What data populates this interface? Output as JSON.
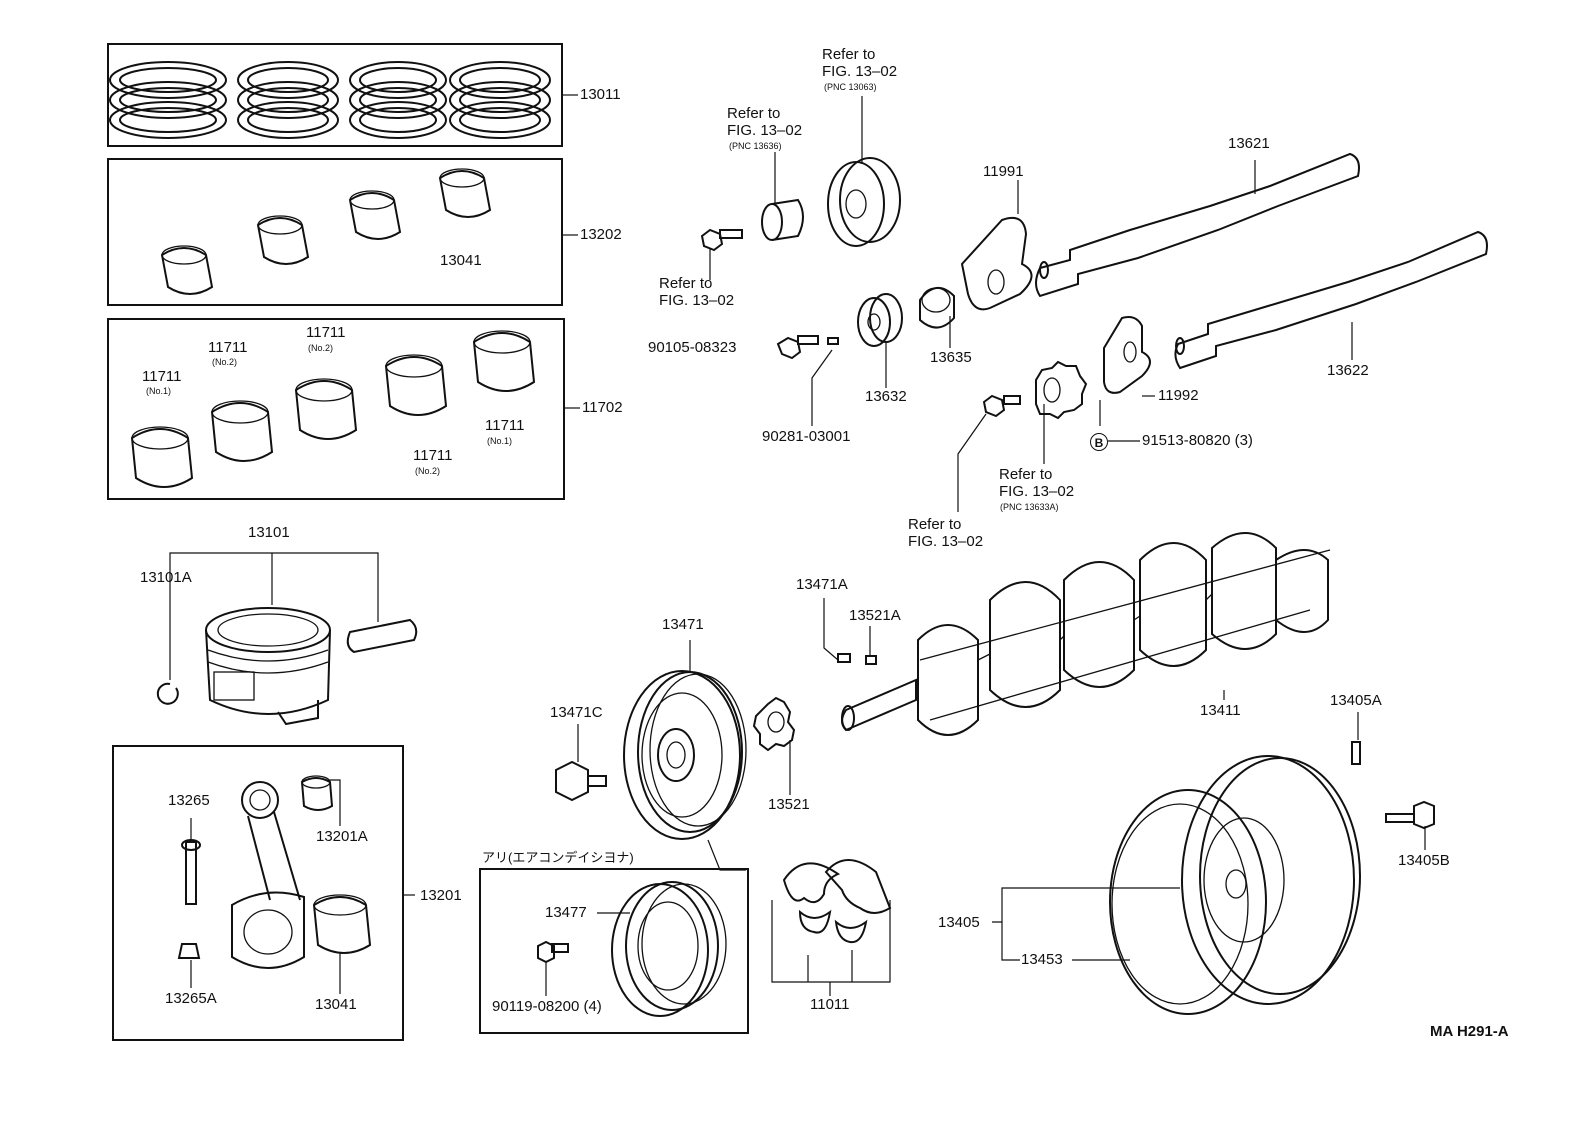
{
  "labels": {
    "p13011": "13011",
    "p13202": "13202",
    "p13041_top": "13041",
    "p11702": "11702",
    "p11711_a": "11711",
    "p11711_a_sub": "(No.1)",
    "p11711_b": "11711",
    "p11711_b_sub": "(No.2)",
    "p11711_c": "11711",
    "p11711_c_sub": "(No.2)",
    "p11711_d": "11711",
    "p11711_d_sub": "(No.2)",
    "p11711_e": "11711",
    "p11711_e_sub": "(No.1)",
    "p13101": "13101",
    "p13101A": "13101A",
    "p13265": "13265",
    "p13201A": "13201A",
    "p13201": "13201",
    "p13265A": "13265A",
    "p13041_bot": "13041",
    "p13471": "13471",
    "p13471C": "13471C",
    "p13521": "13521",
    "p13477": "13477",
    "p90119": "90119-08200 (4)",
    "p11011": "11011",
    "p13471A": "13471A",
    "p13521A": "13521A",
    "p13411": "13411",
    "p13405A": "13405A",
    "p13405B": "13405B",
    "p13405": "13405",
    "p13453": "13453",
    "p90105": "90105-08323",
    "p90281": "90281-03001",
    "p13632": "13632",
    "p13635": "13635",
    "p11991": "11991",
    "p13621": "13621",
    "p13622": "13622",
    "p11992": "11992",
    "p91513": "91513-80820 (3)",
    "circle_b": "B"
  },
  "refs": {
    "r1_line1": "Refer to",
    "r1_line2": "FIG. 13–02",
    "r1_pnc": "(PNC 13063)",
    "r2_line1": "Refer to",
    "r2_line2": "FIG. 13–02",
    "r2_pnc": "(PNC 13636)",
    "r3_line1": "Refer to",
    "r3_line2": "FIG. 13–02",
    "r4_line1": "Refer to",
    "r4_line2": "FIG. 13–02",
    "r4_pnc": "(PNC 13633A)",
    "r5_line1": "Refer to",
    "r5_line2": "FIG. 13–02"
  },
  "aircon_note": "アリ(エアコンデイシヨナ)",
  "figure_code": "MA H291-A"
}
